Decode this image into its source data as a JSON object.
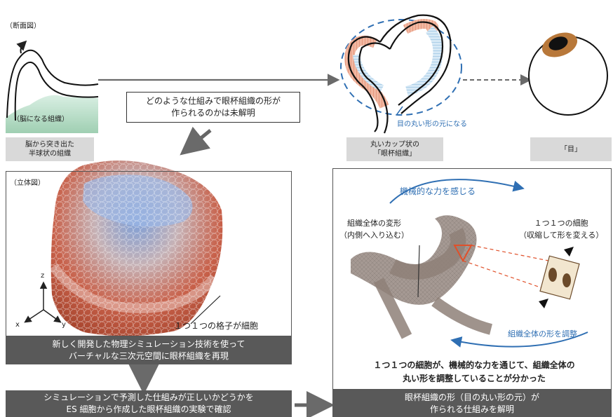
{
  "labels": {
    "cross_section": "（断面図）",
    "brain_tissue": "（脳になる組織）",
    "hemisphere_tissue": "脳から突き出た\n半球状の組織",
    "question": "どのような仕組みで眼杯組織の形が\n作られるのかは未解明",
    "eye_origin": "目の丸い形の元になる",
    "optic_cup": "丸いカップ状の\n「眼杯組織」",
    "eye": "「目」",
    "stereo_view": "（立体図）",
    "axis_z": "z",
    "axis_x": "x",
    "axis_y": "y",
    "lattice_cell": "１つ１つの格子が細胞",
    "simulation_bar": "新しく開発した物理シミュレーション技術を使って\nバーチャルな三次元空間に眼杯組織を再現",
    "verify_bar": "シミュレーションで予測した仕組みが正しいかどうかを\nES 細胞から作成した眼杯組織の実験で確認",
    "mechanical_force": "機械的な力を感じる",
    "whole_deform": "組織全体の変形\n（内側へ入り込む）",
    "each_cell": "１つ１つの細胞\n（収縮して形を変える）",
    "adjust_whole": "組織全体の形を調整",
    "conclusion": "１つ１つの細胞が、機械的な力を通じて、組織全体の\n丸い形を調整していることが分かった",
    "result_bar": "眼杯組織の形（目の丸い形の元）が\n作られる仕組みを解明"
  },
  "colors": {
    "accent_blue": "#2f6fb3",
    "tissue_red": "#c8553a",
    "tissue_blue": "#8fb6e0",
    "dark_bar": "#595959",
    "label_gray": "#d9d9d9"
  }
}
